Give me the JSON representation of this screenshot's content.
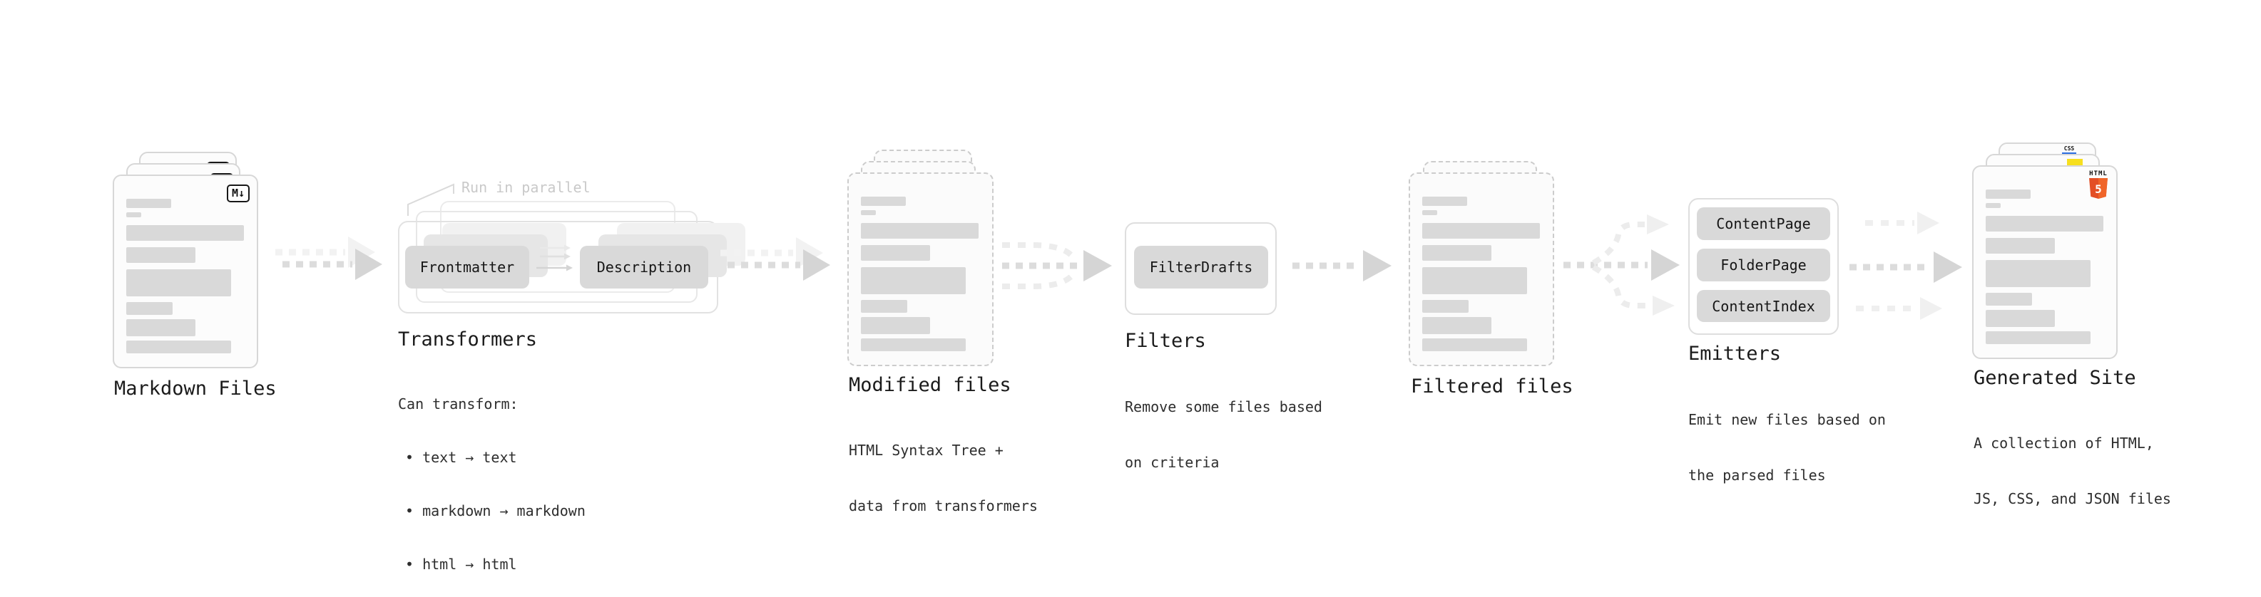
{
  "colors": {
    "html5_orange": "#e34f26",
    "html5_orange_light": "#f06529",
    "js_yellow": "#f7df1e",
    "css_blue": "#2b6de0"
  },
  "stages": {
    "markdown": {
      "title": "Markdown Files",
      "badge": "M↓"
    },
    "transformers": {
      "title": "Transformers",
      "annotation": "Run in parallel",
      "boxes": {
        "frontmatter": "Frontmatter",
        "description": "Description"
      },
      "desc": {
        "line1": "Can transform:",
        "bullet1": "• text → text",
        "bullet2": "• markdown → markdown",
        "bullet3": "• html → html"
      }
    },
    "modified": {
      "title": "Modified files",
      "desc": {
        "line1": "HTML Syntax Tree +",
        "line2": "data from transformers"
      }
    },
    "filters": {
      "title": "Filters",
      "box": "FilterDrafts",
      "desc": {
        "line1": "Remove some files based",
        "line2": "on criteria"
      }
    },
    "filtered": {
      "title": "Filtered files"
    },
    "emitters": {
      "title": "Emitters",
      "boxes": {
        "b1": "ContentPage",
        "b2": "FolderPage",
        "b3": "ContentIndex"
      },
      "desc": {
        "line1": "Emit new files based on",
        "line2": "the parsed files"
      }
    },
    "generated": {
      "title": "Generated Site",
      "badges": {
        "css": "CSS",
        "html_top": "HTML",
        "html_num": "5"
      },
      "desc": {
        "line1": "A collection of HTML,",
        "line2": "JS, CSS, and JSON files"
      }
    }
  }
}
